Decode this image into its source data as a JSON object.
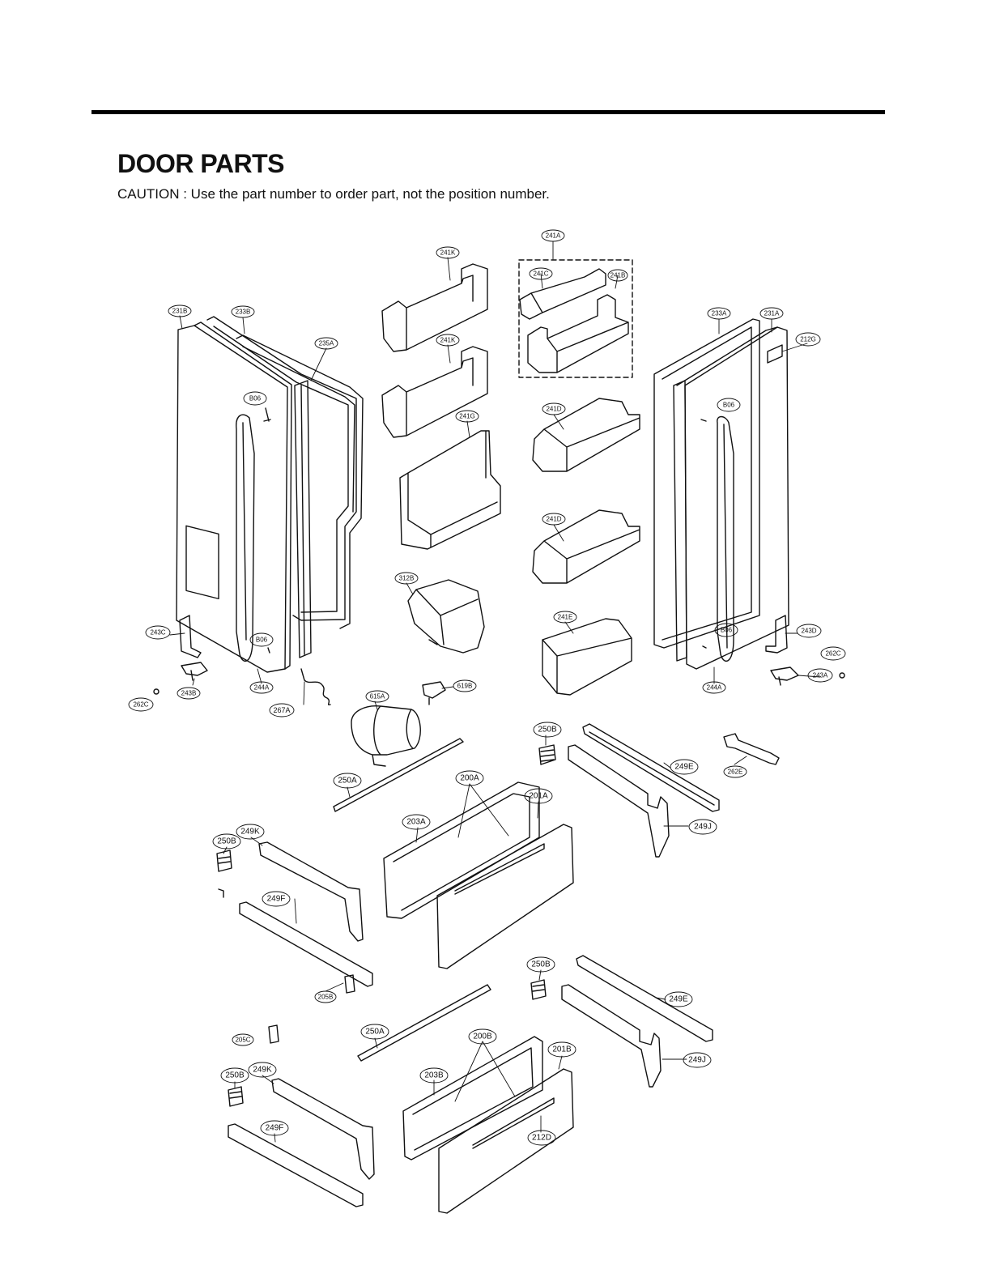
{
  "header": {
    "title": "DOOR PARTS",
    "caution": "CAUTION : Use the part number to order part, not the position number."
  },
  "callouts": {
    "c241A": "241A",
    "c241K_top": "241K",
    "c241C": "241C",
    "c241B": "241B",
    "c231B": "231B",
    "c233B": "233B",
    "c233A": "233A",
    "c231A": "231A",
    "c212G": "212G",
    "c235A": "235A",
    "c241K_mid": "241K",
    "c241D_top": "241D",
    "c241G": "241G",
    "c241D_bot": "241D",
    "c312B": "312B",
    "c241E": "241E",
    "c243C": "243C",
    "c243D": "243D",
    "c262C_r": "262C",
    "c262C_l": "262C",
    "c243B": "243B",
    "c243A": "243A",
    "c244A_l": "244A",
    "c244A_r": "244A",
    "c267A": "267A",
    "c615A": "615A",
    "c619B": "619B",
    "cB06_1": "B06",
    "cB06_2": "B06",
    "cB06_3": "B06",
    "cB06_4": "B06",
    "c250B_1": "250B",
    "c249E_1": "249E",
    "c262E": "262E",
    "c250A_1": "250A",
    "c200A": "200A",
    "c201A": "201A",
    "c249J_1": "249J",
    "c203A": "203A",
    "c249K_1": "249K",
    "c250B_2": "250B",
    "c249F_1": "249F",
    "c205B": "205B",
    "c250B_3": "250B",
    "c249E_2": "249E",
    "c205C": "205C",
    "c250A_2": "250A",
    "c200B": "200B",
    "c201B": "201B",
    "c249J_2": "249J",
    "c203B": "203B",
    "c249K_2": "249K",
    "c250B_4": "250B",
    "c249F_2": "249F",
    "c212D": "212D"
  }
}
